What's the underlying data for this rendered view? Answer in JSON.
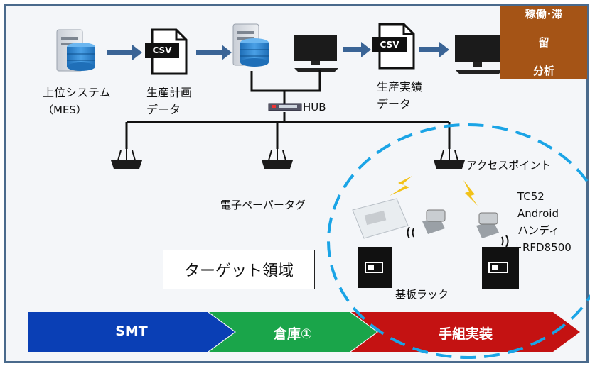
{
  "badge": {
    "line1": "稼働･滞",
    "line2": "留",
    "line3": "分析"
  },
  "labels": {
    "upper_system": "上位システム",
    "mes": "（MES）",
    "plan_data_1": "生産計画",
    "plan_data_2": "データ",
    "result_data_1": "生産実績",
    "result_data_2": "データ",
    "hub": "HUB",
    "access_point": "アクセスポイント",
    "epaper": "電子ペーパータグ",
    "handy_1": "TC52",
    "handy_2": "Android",
    "handy_3": "ハンディ",
    "handy_4": "＋RFD8500",
    "rack": "基板ラック"
  },
  "csv_label": "CSV",
  "target_area": "ターゲット領域",
  "process_flow": [
    {
      "label": "SMT",
      "color": "#0a3fb5"
    },
    {
      "label": "倉庫①",
      "color": "#1aa54a"
    },
    {
      "label": "手組実装",
      "color": "#c41212"
    }
  ],
  "colors": {
    "arrow": "#3a6496",
    "circle": "#1aa4e6",
    "frame": "#4a6a8c"
  }
}
